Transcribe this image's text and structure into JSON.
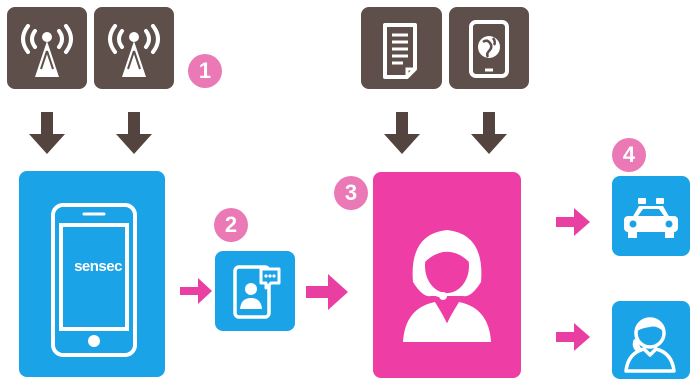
{
  "badges": {
    "one": "1",
    "two": "2",
    "three": "3",
    "four": "4"
  },
  "phone": {
    "brand_label": "sensec"
  },
  "colors": {
    "dark_tile": "#5e4f4a",
    "blue_tile": "#1aa3e6",
    "pink_tile": "#ee3ea6",
    "badge": "#ea79b6",
    "arrow_dark": "#54443f",
    "arrow_pink": "#ea3fa2"
  },
  "icons": {
    "sources": [
      "radio-tower-icon",
      "radio-tower-icon"
    ],
    "inputs": [
      "document-icon",
      "tablet-globe-icon"
    ],
    "chat": "mobile-chat-icon",
    "operator": "operator-headset-icon",
    "outputs": [
      "police-car-icon",
      "phone-call-icon"
    ]
  }
}
